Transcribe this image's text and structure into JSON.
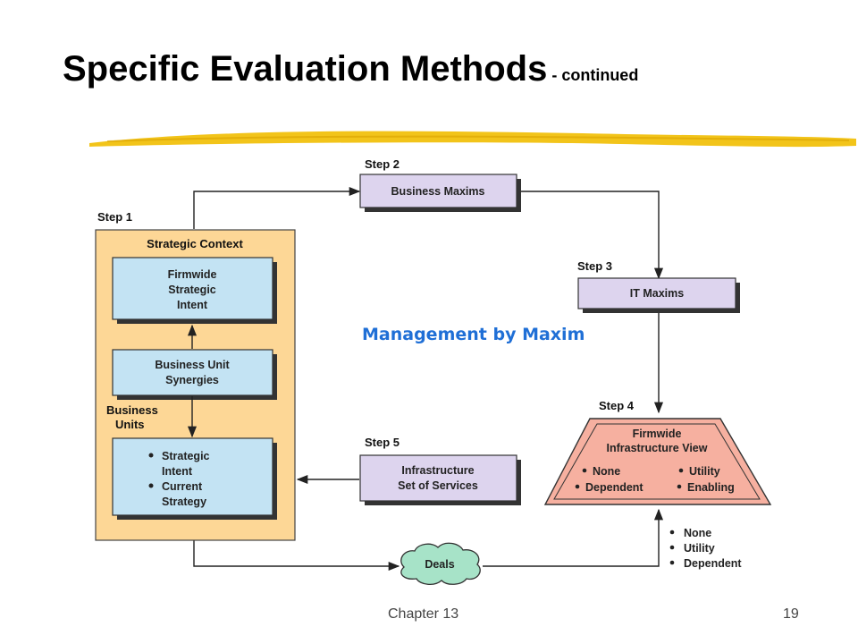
{
  "slide": {
    "title": "Specific Evaluation Methods",
    "title_suffix": " - continued",
    "footer_left": "Chapter 13",
    "page_number": "19"
  },
  "diagram": {
    "center_label": "Management by Maxim",
    "step1": {
      "label": "Step 1",
      "container": "Strategic Context",
      "box_firmwide": [
        "Firmwide",
        "Strategic",
        "Intent"
      ],
      "box_bu_synergies": [
        "Business Unit",
        "Synergies"
      ],
      "side_label": [
        "Business",
        "Units"
      ],
      "box_bu_bullets": [
        "Strategic",
        "Intent",
        "Current",
        "Strategy"
      ]
    },
    "step2": {
      "label": "Step 2",
      "box": "Business Maxims"
    },
    "step3": {
      "label": "Step 3",
      "box": "IT Maxims"
    },
    "step4": {
      "label": "Step 4",
      "title": [
        "Firmwide",
        "Infrastructure View"
      ],
      "options": [
        "None",
        "Dependent",
        "Utility",
        "Enabling"
      ]
    },
    "step5": {
      "label": "Step 5",
      "box": [
        "Infrastructure",
        "Set of Services"
      ]
    },
    "deals": "Deals",
    "deals_list": [
      "None",
      "Utility",
      "Dependent"
    ],
    "colors": {
      "step_box": "#ddd4ee",
      "blue_box": "#c3e3f3",
      "context_box": "#fdd796",
      "trapezoid": "#f6b0a0",
      "deals_cloud": "#a7e3c8",
      "title_accent": "#f2c41a"
    }
  }
}
